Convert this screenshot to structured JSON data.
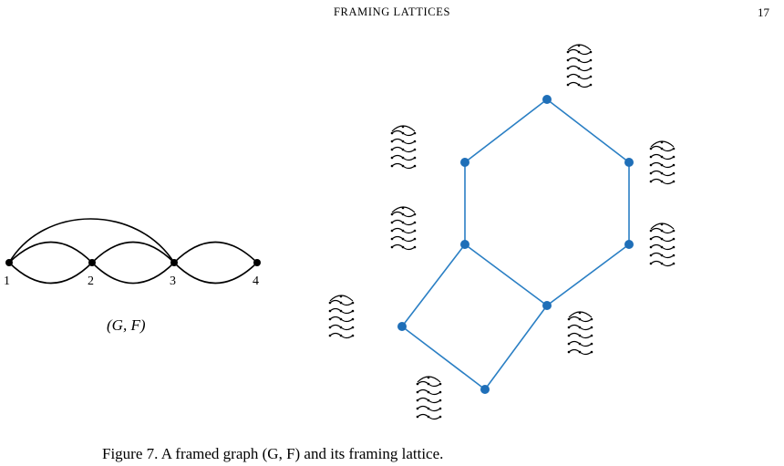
{
  "header": {
    "running_title": "FRAMING LATTICES",
    "page_number": "17"
  },
  "left_graph": {
    "vertex_labels": [
      "1",
      "2",
      "3",
      "4"
    ],
    "caption": "(G, F)",
    "edge_color": "#000000"
  },
  "lattice": {
    "node_color": "#1f6fb8",
    "edge_color": "#2a7fc4",
    "icon_names": [
      "framing-diagram-icon"
    ]
  },
  "figure_caption": {
    "text": "Figure 7.  A framed graph (G, F) and its framing lattice."
  }
}
